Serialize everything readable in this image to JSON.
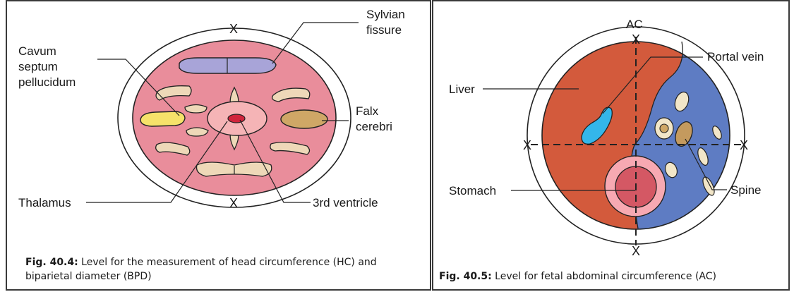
{
  "left_figure": {
    "labels": {
      "sylvian_1": "Sylvian",
      "sylvian_2": "fissure",
      "cavum_1": "Cavum",
      "cavum_2": "septum",
      "cavum_3": "pellucidum",
      "falx_1": "Falx",
      "falx_2": "cerebri",
      "thalamus": "Thalamus",
      "ventricle": "3rd ventricle"
    },
    "marker_top": "X",
    "marker_bottom": "X",
    "caption_prefix": "Fig. 40.4:",
    "caption_text": " Level for the measurement of head circumference (HC) and biparietal diameter (BPD)"
  },
  "right_figure": {
    "labels": {
      "ac": "AC",
      "portal_vein": "Portal vein",
      "liver": "Liver",
      "stomach": "Stomach",
      "spine": "Spine"
    },
    "marker_top": "X",
    "marker_bottom": "X",
    "marker_left": "X",
    "marker_right": "X",
    "caption_prefix": "Fig. 40.5:",
    "caption_text": " Level for fetal abdominal circumference (AC)"
  },
  "colors": {
    "brain": "#e98d9b",
    "brain_light": "#f5b4b6",
    "sylvian": "#a8a4d8",
    "tissue": "#eed8b8",
    "cavum": "#f6e26a",
    "falx": "#cfa766",
    "ventricle": "#d0253c",
    "liver": "#d35a3c",
    "abdomen": "#5e7cc3",
    "portal": "#34b6ea",
    "stomach_ring": "#f7a9b2",
    "stomach": "#d45864",
    "spine": "#c49a5e",
    "bone": "#f2e6c8"
  }
}
